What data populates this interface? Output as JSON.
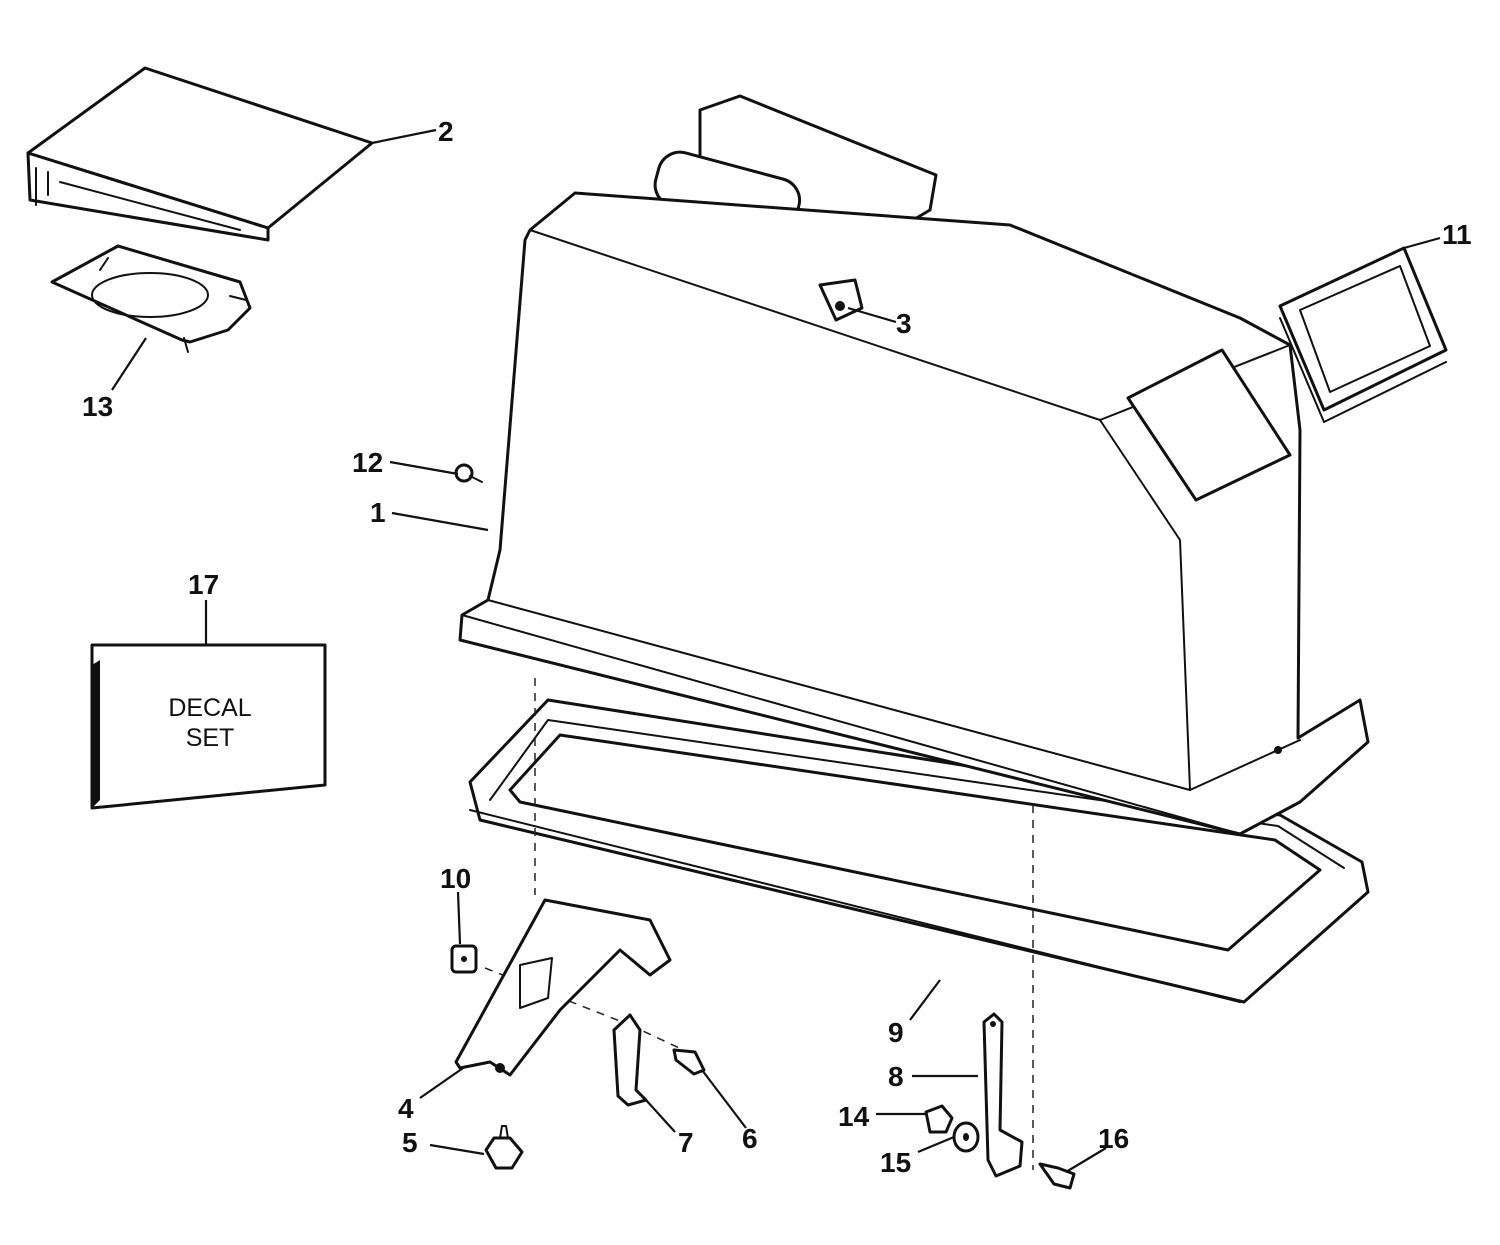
{
  "callouts": [
    {
      "label": "2"
    },
    {
      "label": "11"
    },
    {
      "label": "3"
    },
    {
      "label": "13"
    },
    {
      "label": "12"
    },
    {
      "label": "1"
    },
    {
      "label": "17"
    },
    {
      "label": "10"
    },
    {
      "label": "9"
    },
    {
      "label": "8"
    },
    {
      "label": "4"
    },
    {
      "label": "7"
    },
    {
      "label": "6"
    },
    {
      "label": "14"
    },
    {
      "label": "16"
    },
    {
      "label": "5"
    },
    {
      "label": "15"
    }
  ],
  "decal_box": {
    "line1": "DECAL",
    "line2": "SET"
  }
}
